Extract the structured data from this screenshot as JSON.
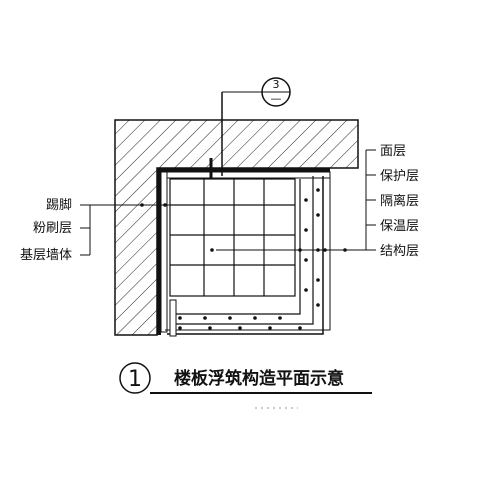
{
  "detail_marker": {
    "number": "3",
    "sheet": "—"
  },
  "left_labels": [
    "踢脚",
    "粉刷层",
    "基层墙体"
  ],
  "right_labels": [
    "面层",
    "保护层",
    "隔离层",
    "保温层",
    "结构层"
  ],
  "caption": {
    "number": "1",
    "title": "楼板浮筑构造平面示意"
  }
}
